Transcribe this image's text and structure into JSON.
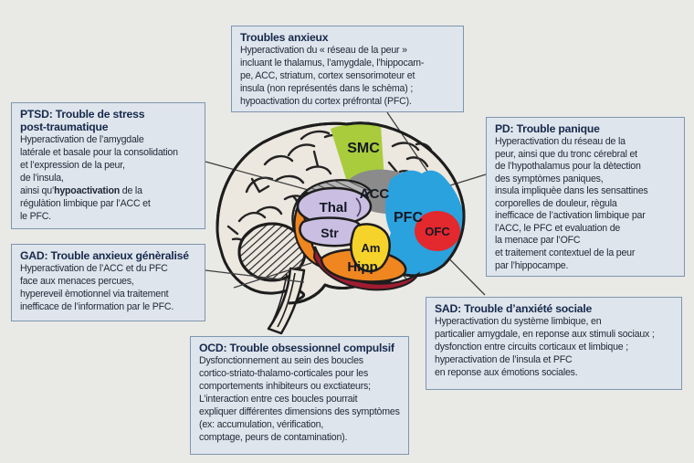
{
  "figure": {
    "background_color": "#e9e9e6",
    "description_boxes": {
      "anxiety": {
        "title": "Troubles anxieux",
        "body": "Hyperactivation du « réseau de la peur »\nincluant le thalamus, l’amygdale, l’hippocam-\npe, ACC, striatum, cortex sensorimoteur et\ninsula (non représentés dans le schèma) ;\nhypoactivation du cortex préfrontal (PFC)."
      },
      "ptsd": {
        "title": "PTSD: Trouble de stress\npost-traumatique",
        "body_pre": "Hyperactivation de l’amygdale\nlatérale et basale pour la consolidation\net l’expression de la peur,\nde l’insula,\nainsi qu’",
        "body_bold": "hypoactivation",
        "body_post": " de la\nrégulàtion limbique par l’ACC et\nle PFC."
      },
      "gad": {
        "title": "GAD: Trouble anxieux génèralisé",
        "body": "Hyperactivation de l’ACC et du PFC\nface aux menaces percues,\nhypereveil èmotionnel via traitement\ninefficace de l’information par le PFC."
      },
      "pd": {
        "title": "PD: Trouble panique",
        "body": "Hyperactivation du réseau de la\npeur, ainsi que du tronc cérebral et\nde l’hypothalamus pour la dètection\ndes symptòmes paniques,\ninsula impliquèe dans les sensattines\ncorporelles de douleur, règula\ninefficace de l’activation limbique par\nl’ACC, le PFC et evaluation de\nla menace par l’OFC\net traitement contextuel de la peur\npar l’hippocampe."
      },
      "sad": {
        "title": "SAD: Trouble d’anxiété sociale",
        "body": "Hyperactivation du système limbique, en\nparticalier amygdale, en reponse aux stimuli sociaux ;\ndysfonction entre circuits corticaux et limbique ;\nhyperactivation de l’insula et PFC\nen reponse aux émotions sociales."
      },
      "ocd": {
        "title": "OCD: Trouble obsessionnel compulsif",
        "body": "Dysfonctionnement au sein des boucles\ncortico-striato-thalamo-corticales pour les\ncomportements inhibiteurs ou exctiateurs;\nL’interaction entre ces boucles pourrait\nexpliquer différentes dimensions des symptòmes\n(ex: accumulation, vérification,\ncomptage, peurs de contamination)."
      }
    },
    "brain": {
      "labels": {
        "smc": "SMC",
        "acc": "ACC",
        "thal": "Thal",
        "str": "Str",
        "am": "Am",
        "hipp": "Hipp",
        "pfc": "PFC",
        "ofc": "OFC"
      },
      "colors": {
        "cortex": "#ece7df",
        "smc": "#a9cc3d",
        "acc": "#8b8b8b",
        "thal": "#cabfe2",
        "str": "#cabfe2",
        "am": "#f5d32a",
        "hipp": "#f0861f",
        "pfc": "#2aa2de",
        "ofc": "#e3282e",
        "brainstem_red": "#9e1c31",
        "callosum": "#b5b5b5"
      }
    },
    "style_colors": {
      "box_background": "#dfe5ec",
      "box_border": "#7e96ae",
      "title_text": "#16294c",
      "body_text": "#1d2736"
    }
  }
}
